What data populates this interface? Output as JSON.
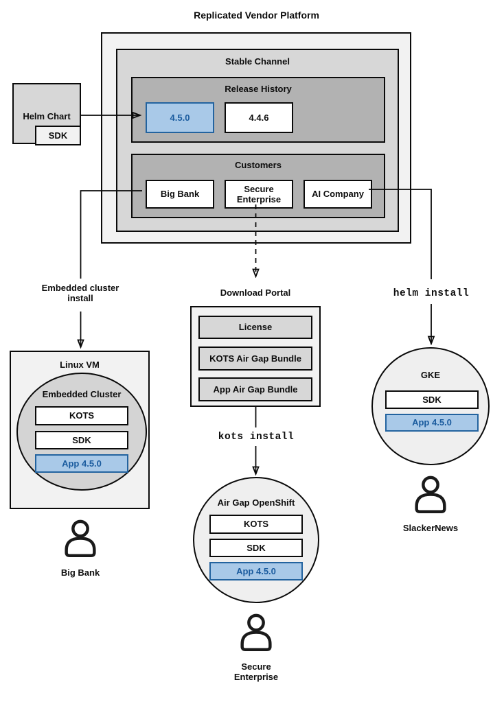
{
  "title": "Replicated Vendor Platform",
  "colors": {
    "highlight_fill": "#a9c9e8",
    "highlight_border": "#23639f",
    "highlight_text": "#1a5b9e",
    "box_light": "#f2f2f2",
    "box_mid": "#d7d7d7",
    "box_dark": "#b2b2b2"
  },
  "platform": {
    "stable_channel": {
      "title": "Stable Channel",
      "release_history": {
        "title": "Release History",
        "current_release": "4.5.0",
        "previous_release": "4.4.6"
      },
      "customers": {
        "title": "Customers",
        "big_bank": "Big Bank",
        "secure_enterprise": "Secure Enterprise",
        "ai_company": "AI Company"
      }
    }
  },
  "helm_chart": {
    "title": "Helm Chart",
    "sdk": "SDK"
  },
  "connectors": {
    "embedded_cluster_install": "Embedded cluster\ninstall",
    "kots_install": "kots install",
    "helm_install": "helm install"
  },
  "linux_vm": {
    "title": "Linux VM",
    "embedded_cluster": {
      "title": "Embedded Cluster",
      "kots": "KOTS",
      "sdk": "SDK",
      "app": "App 4.5.0"
    },
    "user": "Big Bank"
  },
  "download_portal": {
    "title": "Download Portal",
    "license": "License",
    "kots_bundle": "KOTS Air Gap Bundle",
    "app_bundle": "App Air Gap Bundle"
  },
  "air_gap_openshift": {
    "title": "Air Gap OpenShift",
    "kots": "KOTS",
    "sdk": "SDK",
    "app": "App 4.5.0",
    "user": "Secure\nEnterprise"
  },
  "gke": {
    "title": "GKE",
    "sdk": "SDK",
    "app": "App 4.5.0",
    "user": "SlackerNews"
  }
}
